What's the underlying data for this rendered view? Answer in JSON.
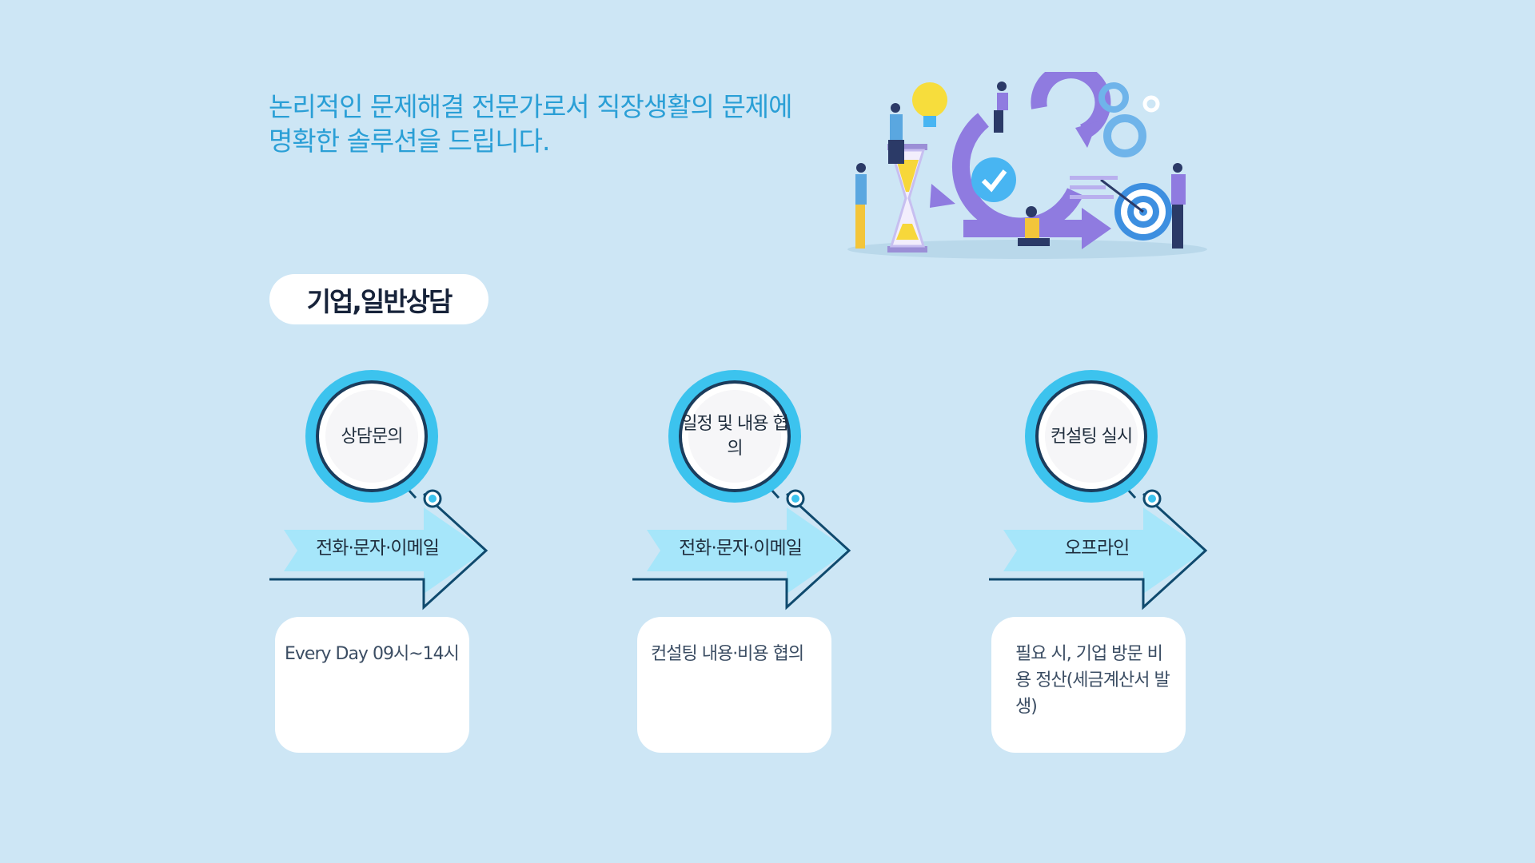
{
  "intro": {
    "line1": "논리적인 문제해결 전문가로서 직장생활의 문제에",
    "line2": "명확한 솔루션을 드립니다."
  },
  "section": {
    "title": "기업,일반상담"
  },
  "steps": [
    {
      "circle": "상담문의",
      "arrow": "전화·문자·이메일",
      "desc": "Every Day 09시~14시"
    },
    {
      "circle": "일정 및 내용 협의",
      "arrow": "전화·문자·이메일",
      "desc": "컨설팅 내용·비용 협의"
    },
    {
      "circle": "컨설팅 실시",
      "arrow": "오프라인",
      "desc": "필요 시, 기업 방문 비용 정산(세금계산서 발생)"
    }
  ],
  "colors": {
    "background": "#cde6f5",
    "accent_blue": "#2a9fd6",
    "ring_cyan": "#3cc3ee",
    "arrow_fill": "#a6e6fa",
    "arrow_stroke": "#0f4a6e"
  }
}
